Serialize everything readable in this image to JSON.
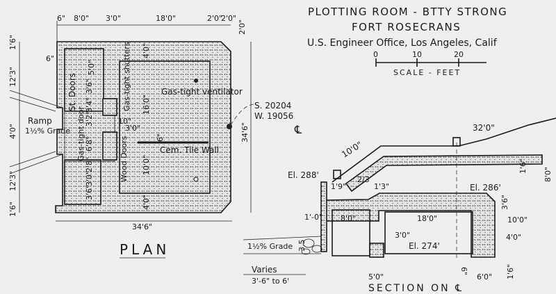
{
  "title": {
    "line1": "PLOTTING ROOM - BTTY STRONG",
    "line2": "FORT ROSECRANS",
    "line3": "U.S. Engineer Office, Los Angeles, Calif",
    "scale_ticks": [
      "0",
      "10",
      "20"
    ],
    "scale_label": "SCALE - FEET"
  },
  "plan": {
    "label": "PLAN",
    "top_dims": [
      "6\"",
      "8'0\"",
      "3'0\"",
      "18'0\"",
      "2'0\"",
      "2'0\""
    ],
    "right_dims": [
      "2'0\"",
      "34'6\""
    ],
    "left_dims": [
      "1'6\"",
      "12'3\"",
      "4'0\"",
      "12'3\"",
      "1'6\""
    ],
    "bottom_dim": "34'6\"",
    "inner_dims": [
      "6\"",
      "5'0\"",
      "3'6\"",
      "3'4\"",
      "3'2\"",
      "6'8\"",
      "2'8\"",
      "3'0\"",
      "3'6\"",
      "4'0\"",
      "16'0\"",
      "10'0\"",
      "4'0\"",
      "10\"",
      "3'0\"",
      "6\""
    ],
    "labels": {
      "ramp": "Ramp",
      "grade": "1½% Grade",
      "steel_doors": "St. Doors",
      "gas_door": "Gas-tight door",
      "shutters": "Gas-tight shutters",
      "ventilator": "Gas-tight ventilator",
      "tile_wall": "Cem. Tile Wall",
      "wood_doors": "Wood Doors"
    },
    "coords": [
      "S. 20204",
      "W. 19056"
    ]
  },
  "section": {
    "centerline": "℄",
    "label": "SECTION ON ℄",
    "dims": [
      "32'0\"",
      "10'0\"",
      "1'6\"",
      "8'0\"",
      "3'6\"",
      "10'0\"",
      "4'0\"",
      "8'0\"",
      "18'0\"",
      "3'0\"",
      "1'-0\"",
      "6\"",
      "1'6\"",
      "5'0\"",
      "6'0\"",
      "1'9\"",
      "1'3\"",
      "2/3"
    ],
    "elevations": [
      "El. 288'",
      "El. 286'",
      "El. 274'"
    ],
    "grade": "1½% Grade",
    "grade_dim": "3.5",
    "varies": "Varies",
    "varies_range": "3'-6\" to 6'"
  }
}
